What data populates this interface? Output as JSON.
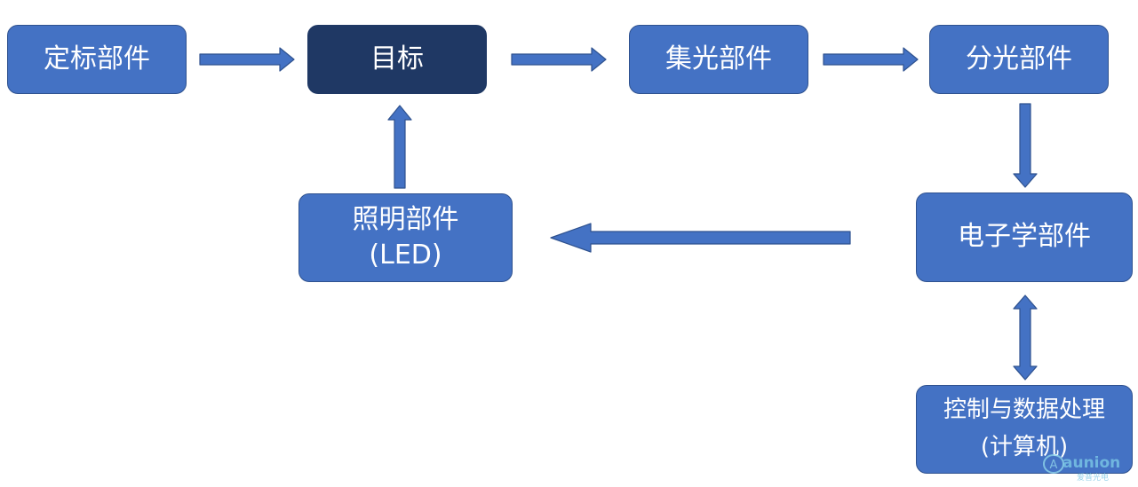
{
  "nodes": {
    "calibration": "定标部件",
    "target": "目标",
    "collector": "集光部件",
    "splitter": "分光部件",
    "electronics": "电子学部件",
    "illumination": {
      "line1": "照明部件",
      "line2": "(LED)"
    },
    "control": {
      "line1": "控制与数据处理",
      "line2": "(计算机)"
    }
  },
  "watermark": {
    "text": "aunion",
    "subtext": "爱普光电"
  },
  "colors": {
    "box": "#4472c4",
    "target_box": "#1f3864",
    "border": "#2f528f",
    "arrow": "#4472c4"
  }
}
